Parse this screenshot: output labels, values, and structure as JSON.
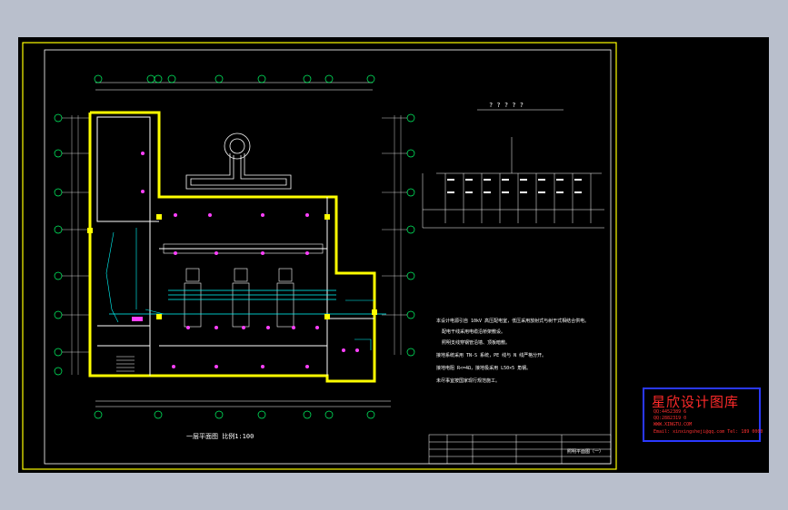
{
  "drawing": {
    "plan_title": "一层平面图  比例1:100",
    "plan_title_short": "1:100",
    "diagram_title": "? ? ? ? ?",
    "notes": [
      "本设计电源引自 10kV 高压配电室，低压采用放射式与树干式相结合供电。",
      "配电干线采用电缆沿桥架敷设。",
      "照明支线穿钢管沿墙、顶板暗敷。",
      "接地系统采用 TN-S 系统，PE 线与 N 线严格分开。",
      "接地电阻 R<=4Ω，接地极采用 L50×5 角钢。",
      "未尽事宜按国家现行规范施工。"
    ],
    "title_block": {
      "sheet_name": "照明平面图（一）"
    }
  },
  "stamp": {
    "title": "星欣设计图库",
    "lines": [
      "QQ:4452389 6",
      "QQ:2882319 0",
      "WWW.XINGTU.COM",
      "Email: xinxingsheji@qq.com  Tel: 189 0000"
    ]
  },
  "colors": {
    "frame": "#ffff00",
    "wall": "#ffff00",
    "stamp_border": "#2a38ff",
    "stamp_text": "#ff2a2a",
    "wiring": "#00ffff",
    "fixture": "#ff40ff",
    "background": "#000000",
    "surround": "#b9bfcc"
  }
}
